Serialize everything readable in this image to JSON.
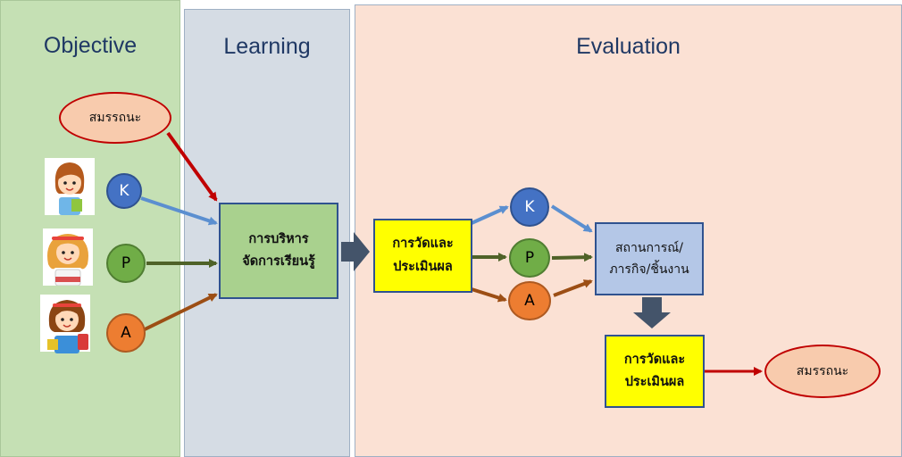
{
  "panels": {
    "objective": "Objective",
    "learning": "Learning",
    "evaluation": "Evaluation"
  },
  "nodes": {
    "competency_top": "สมรรถนะ",
    "k_left": "K",
    "p_left": "P",
    "a_left": "A",
    "learning_mgmt": [
      "การบริหาร",
      "จัดการเรียนรู้"
    ],
    "measure_1": [
      "การวัดและ",
      "ประเมินผล"
    ],
    "k_right": "K",
    "p_right": "P",
    "a_right": "A",
    "situation": [
      "สถานการณ์/",
      "ภารกิจ/ชิ้นงาน"
    ],
    "measure_2": [
      "การวัดและ",
      "ประเมินผล"
    ],
    "competency_bottom": "สมรรถนะ"
  },
  "colors": {
    "knowledge": "#4472c4",
    "process": "#70ad47",
    "attitude": "#ed7d31",
    "competency_arrow": "#c00000",
    "flow_arrow": "#44546a"
  },
  "icons": [
    "student-girl-1-icon",
    "student-girl-2-icon",
    "student-girl-3-icon"
  ]
}
